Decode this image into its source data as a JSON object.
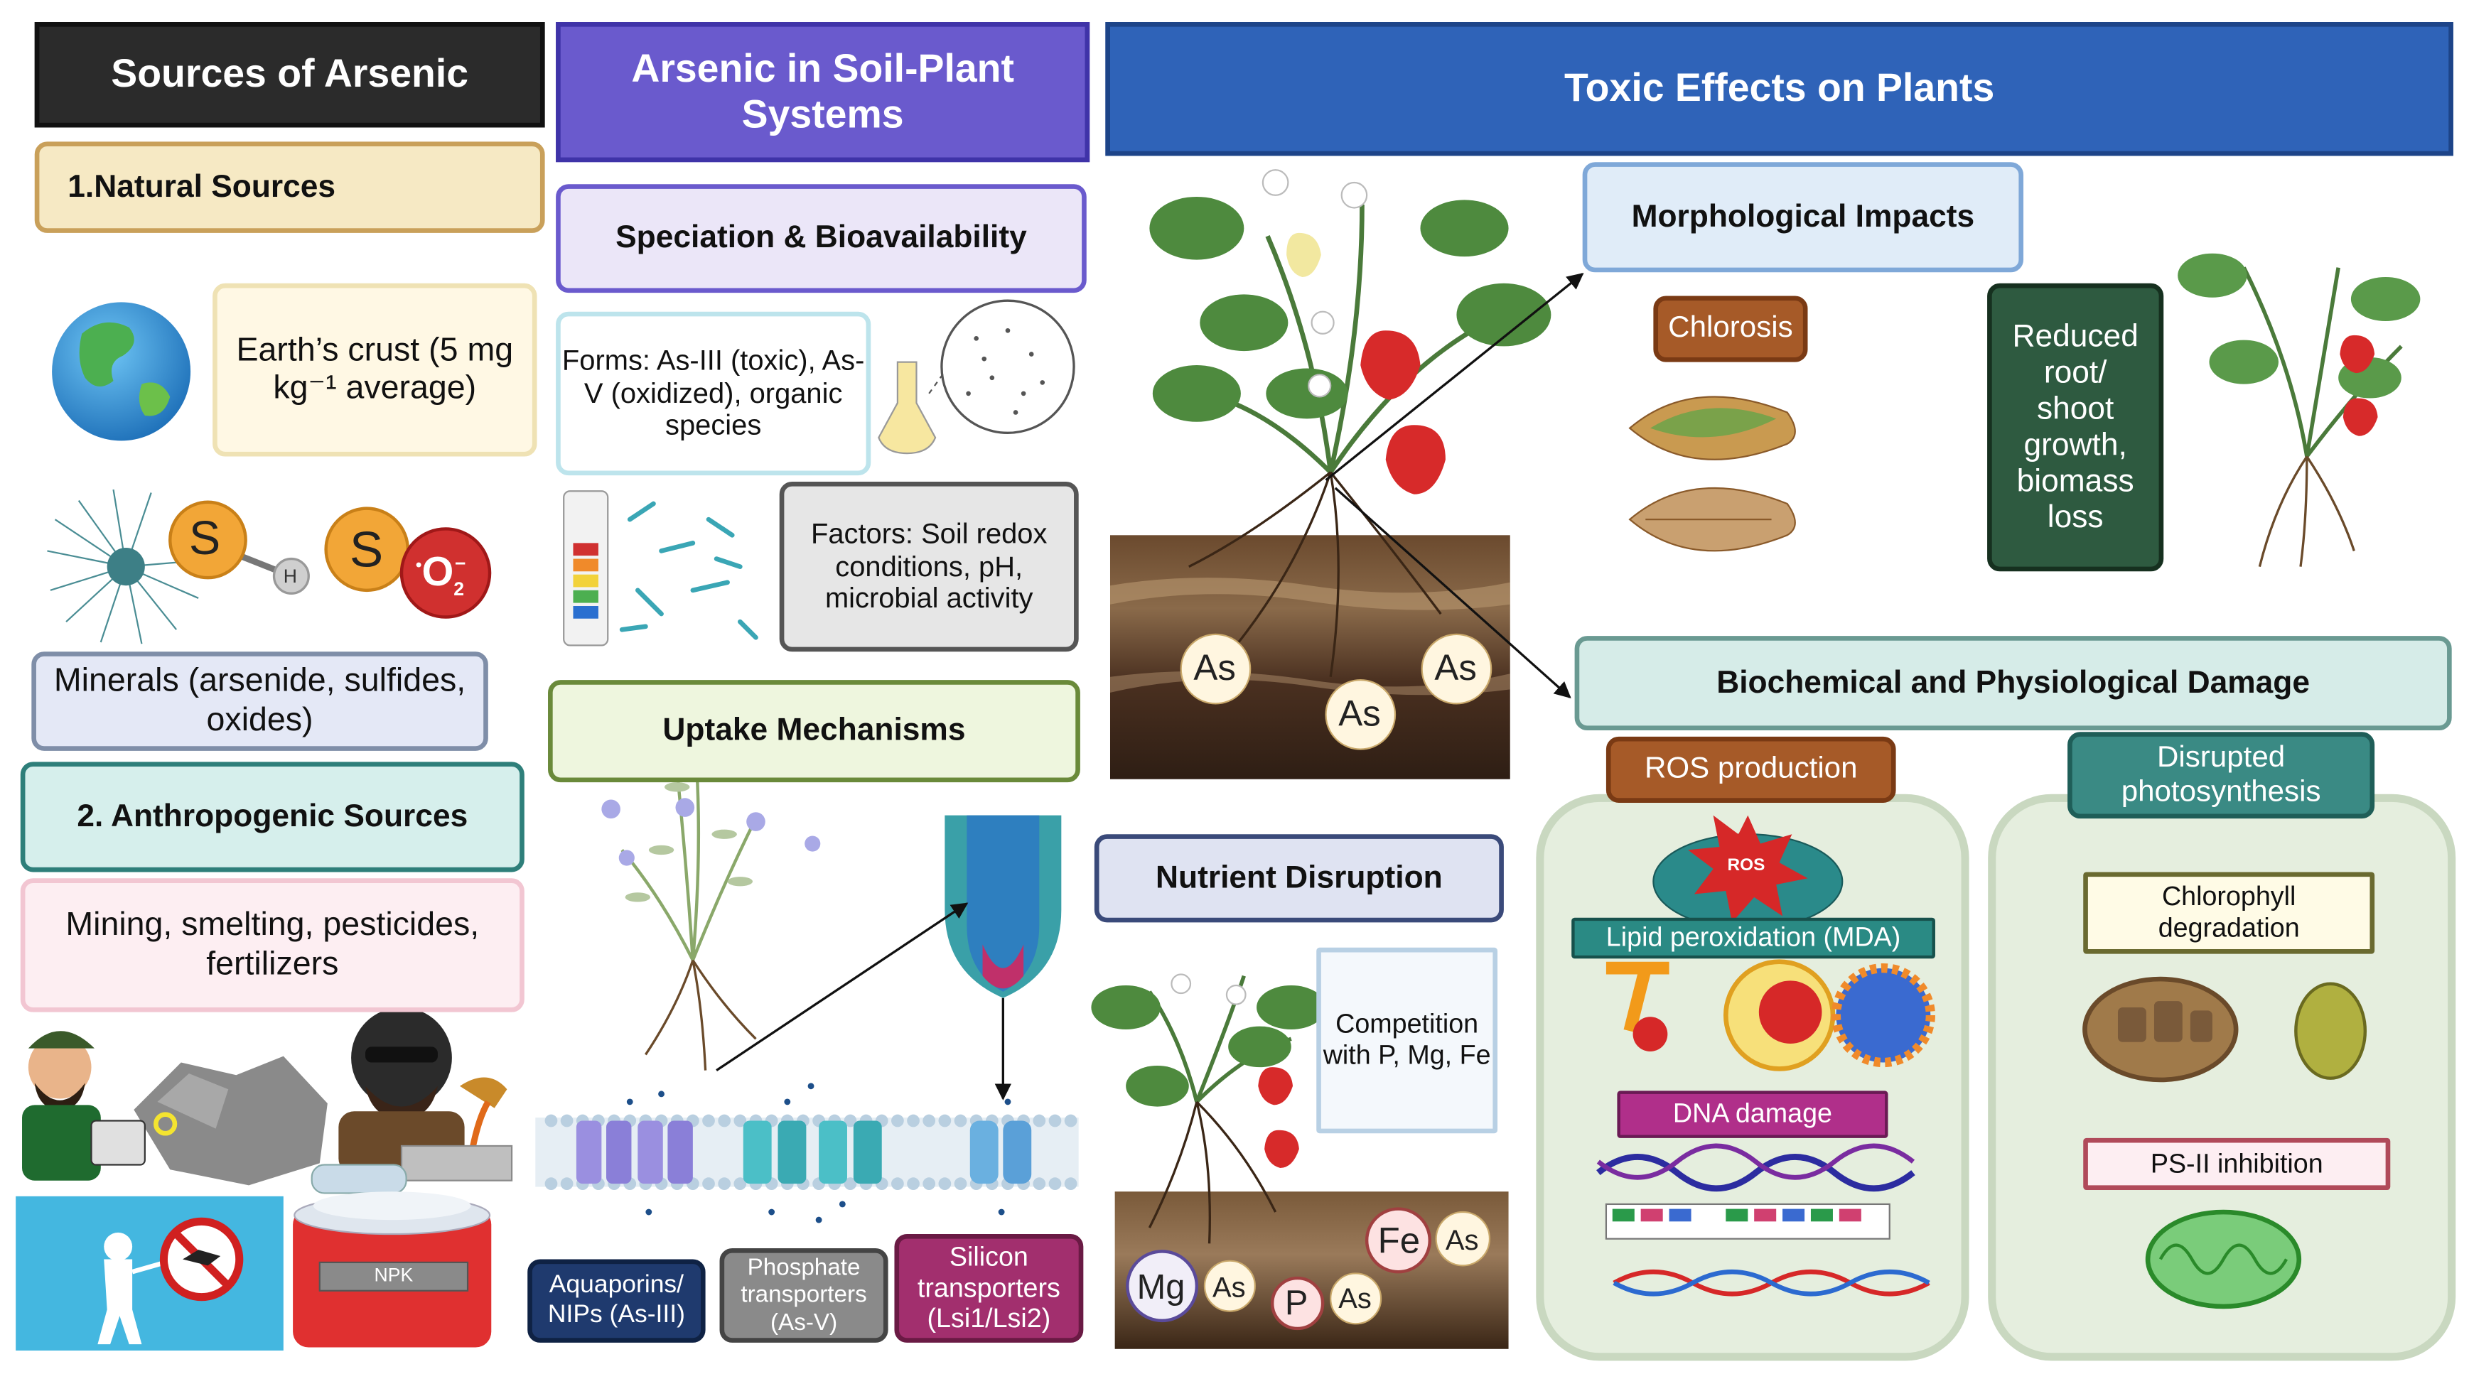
{
  "sources": {
    "title": "Sources of Arsenic",
    "natural": "1.Natural Sources",
    "crust": "Earth’s crust (5 mg kg⁻¹ average)",
    "minerals": "Minerals (arsenide, sulfides, oxides)",
    "anthropogenic": "2. Anthropogenic Sources",
    "human": "Mining, smelting, pesticides, fertilizers",
    "icon_s1": "S",
    "icon_h": "H",
    "icon_s2": "S",
    "icon_o2": "O",
    "npk": "NPK"
  },
  "soil_plant": {
    "title": "Arsenic in Soil-Plant Systems",
    "speciation": "Speciation & Bioavailability",
    "forms": "Forms: As-III (toxic), As-V (oxidized), organic species",
    "factors": "Factors: Soil redox conditions, pH, microbial activity",
    "uptake": "Uptake Mechanisms",
    "aquaporins": "Aquaporins/ NIPs (As-III)",
    "phosphate": "Phosphate transporters (As-V)",
    "silicon": "Silicon transporters (Lsi1/Lsi2)"
  },
  "toxic": {
    "title": "Toxic Effects on Plants",
    "morph": "Morphological Impacts",
    "chlorosis": "Chlorosis",
    "reduced": "Reduced root/ shoot growth, biomass loss",
    "biochem": "Biochemical and Physiological Damage",
    "ros": "ROS production",
    "photo": "Disrupted photosynthesis",
    "lipid": "Lipid peroxidation (MDA)",
    "dna": "DNA damage",
    "chlorophyll": "Chlorophyll degradation",
    "ps2": "PS-II inhibition",
    "ros_star": "ROS",
    "nutrient": "Nutrient Disruption",
    "competition": "Competition with P, Mg, Fe",
    "as_label": "As",
    "fe": "Fe",
    "mg": "Mg",
    "p": "P"
  },
  "colors": {
    "dark_header": "#2b2b2b",
    "purple_header": "#6a5acd",
    "blue_header": "#2f63b8",
    "cream": "#f6e9c4",
    "teal_light": "#d6efec",
    "soil": "#5a3b22"
  }
}
